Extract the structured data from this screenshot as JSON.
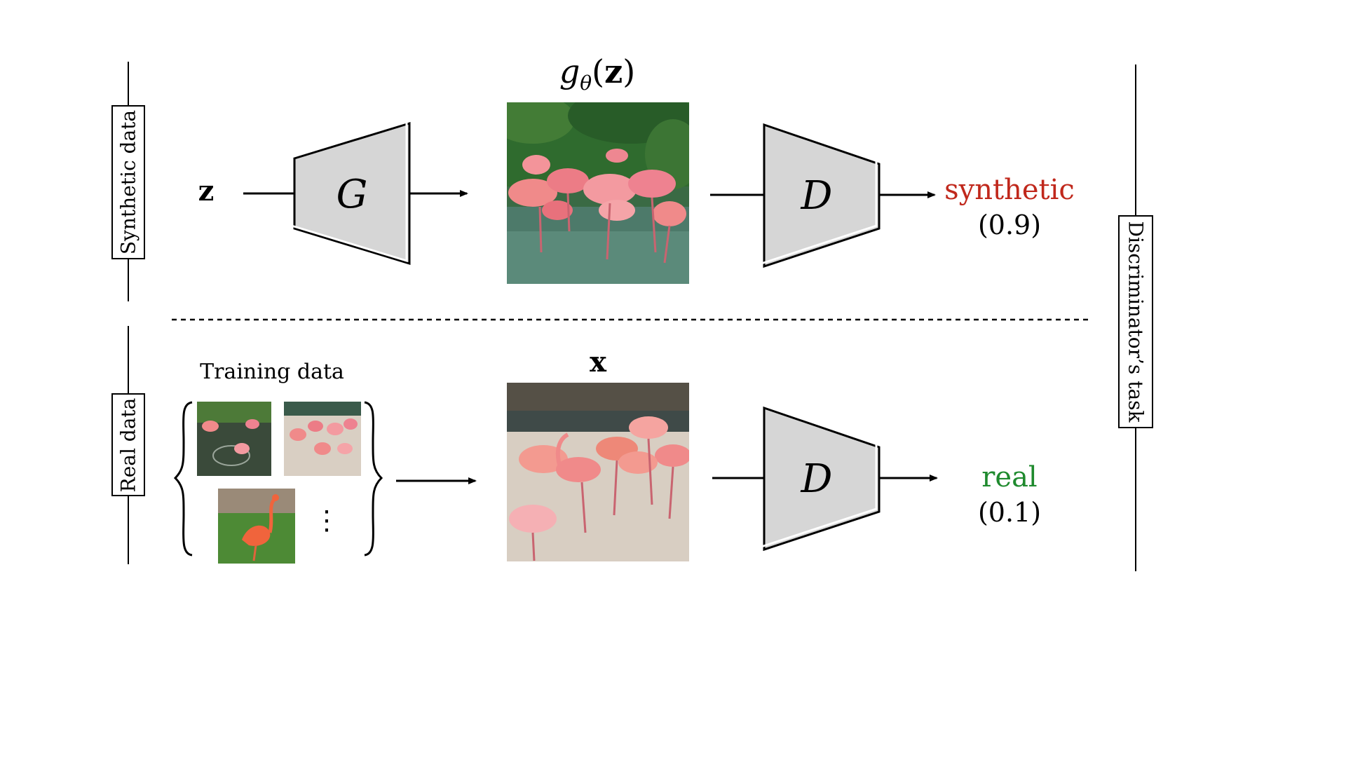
{
  "rows": {
    "synthetic": {
      "side_label": "Synthetic data",
      "input_label": "z",
      "generator_label": "G",
      "image_caption": "gθ(z)",
      "image_caption_main": "g",
      "image_caption_sub": "θ",
      "image_caption_arg": "z",
      "discriminator_label": "D",
      "output_label": "synthetic",
      "output_score": "(0.9)",
      "output_color": "#c0281c"
    },
    "real": {
      "side_label": "Real data",
      "training_label": "Training data",
      "ellipsis": "⋮",
      "image_caption": "x",
      "discriminator_label": "D",
      "output_label": "real",
      "output_score": "(0.1)",
      "output_color": "#1f8a2e"
    }
  },
  "right_label": "Discriminator’s task",
  "colors": {
    "block_fill": "#d6d6d6",
    "stroke": "#000000",
    "flamingo": "#f08a8a",
    "water_dark": "#355a4a",
    "foliage": "#2f6b2e",
    "sand": "#d9cfc3",
    "grass": "#4d8a35"
  }
}
